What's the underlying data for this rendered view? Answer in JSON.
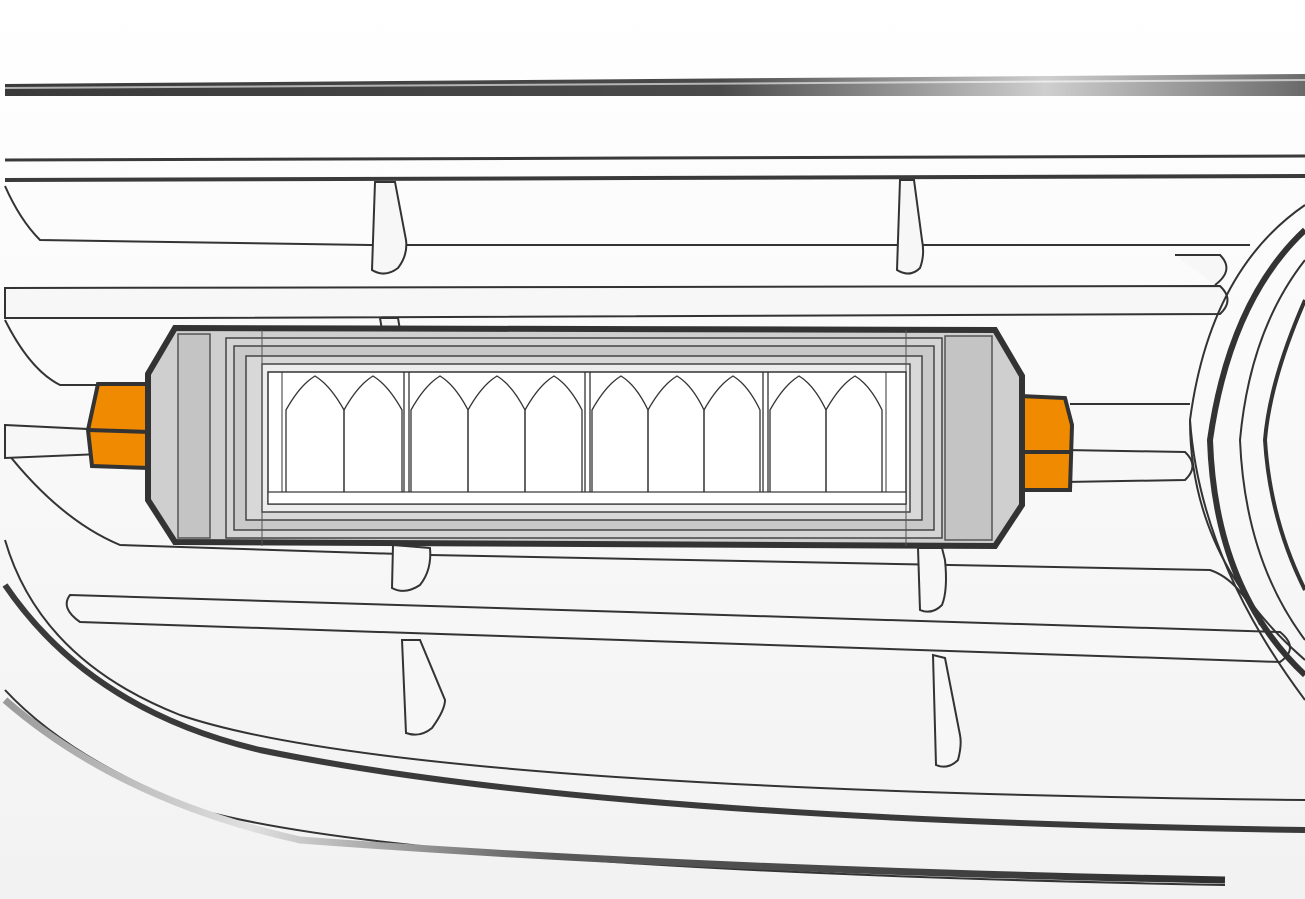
{
  "illustration": {
    "subject": "vehicle-grille-with-led-light-bar",
    "colors": {
      "background": "#f4f4f4",
      "outline": "#333333",
      "housing": "#c9c9c9",
      "housing_light": "#d8d8d8",
      "lens": "#ffffff",
      "bracket_accent": "#f08a00",
      "chrome_dark": "#3a3a3a",
      "chrome_light": "#cfcfcf"
    },
    "led_modules": 4,
    "reflector_cells": 10,
    "grille_bars": 5,
    "orange_brackets": 2
  }
}
